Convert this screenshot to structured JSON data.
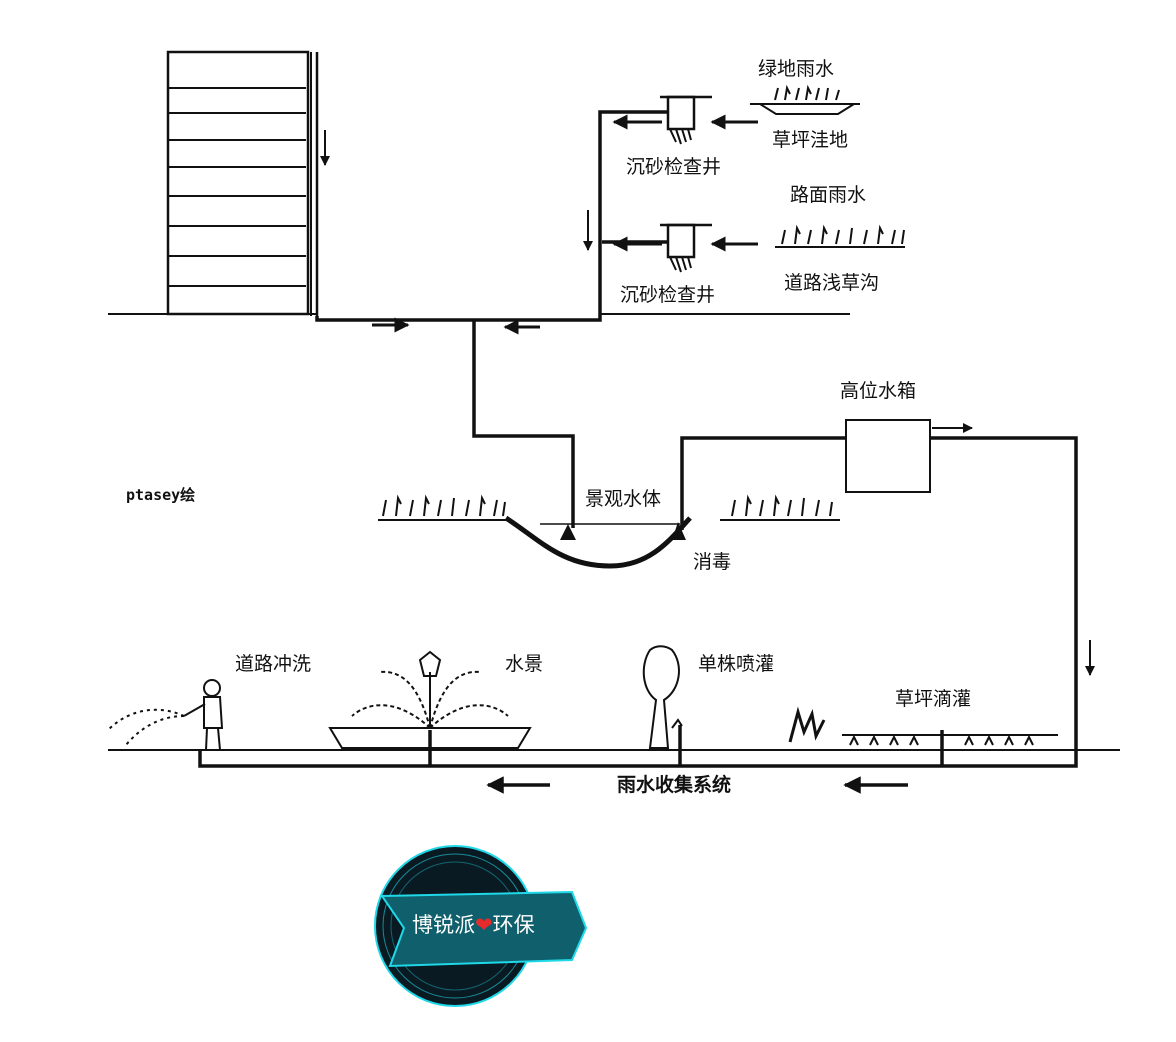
{
  "labels": {
    "green_rain": "绿地雨水",
    "lawn_depression": "草坪洼地",
    "sand_well_1": "沉砂检查井",
    "road_rain": "路面雨水",
    "sand_well_2": "沉砂检查井",
    "road_swale": "道路浅草沟",
    "high_tank": "高位水箱",
    "landscape_water": "景观水体",
    "disinfection": "消毒",
    "road_washing": "道路冲洗",
    "water_feature": "水景",
    "single_spray": "单株喷灌",
    "lawn_drip": "草坪滴灌",
    "collection_system": "雨水收集系统",
    "credit": "ptasey绘"
  },
  "badge": {
    "text_left": "博锐派",
    "heart": "❤",
    "text_right": "环保"
  },
  "colors": {
    "line": "#111111",
    "badge_teal": "#0f5f6c",
    "badge_dark": "#0a1a22",
    "badge_glow": "#1fd8e8",
    "heart": "#e52b2b"
  }
}
